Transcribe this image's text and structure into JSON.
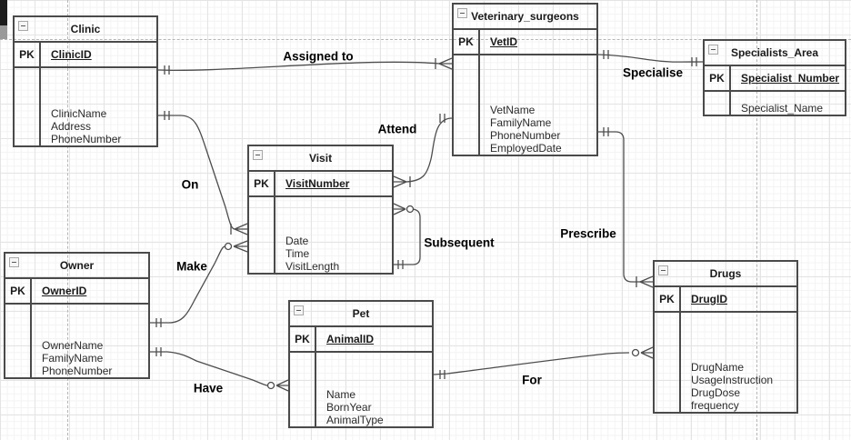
{
  "diagram": {
    "title_hint": "Veterinary clinic ER diagram",
    "colors": {
      "line": "#4d4d4d",
      "entity_border": "#4a4a4a",
      "grid_minor": "#f3f3f3",
      "grid_major": "#e4e4e4",
      "guide": "#b5b5b5"
    },
    "entities": [
      {
        "title": "Clinic",
        "pk_label": "PK",
        "pk_field": "ClinicID",
        "fields": [
          "ClinicName",
          "Address",
          "PhoneNumber"
        ]
      },
      {
        "title": "Veterinary_surgeons",
        "pk_label": "PK",
        "pk_field": "VetID",
        "fields": [
          "VetName",
          "FamilyName",
          "PhoneNumber",
          "EmployedDate"
        ]
      },
      {
        "title": "Specialists_Area",
        "pk_label": "PK",
        "pk_field": "Specialist_Number",
        "fields": [
          "Specialist_Name"
        ]
      },
      {
        "title": "Visit",
        "pk_label": "PK",
        "pk_field": "VisitNumber",
        "fields": [
          "Date",
          "Time",
          "VisitLength"
        ]
      },
      {
        "title": "Owner",
        "pk_label": "PK",
        "pk_field": "OwnerID",
        "fields": [
          "OwnerName",
          "FamilyName",
          "PhoneNumber"
        ]
      },
      {
        "title": "Pet",
        "pk_label": "PK",
        "pk_field": "AnimalID",
        "fields": [
          "Name",
          "BornYear",
          "AnimalType"
        ]
      },
      {
        "title": "Drugs",
        "pk_label": "PK",
        "pk_field": "DrugID",
        "fields": [
          "DrugName",
          "UsageInstruction",
          "DrugDose",
          "frequency"
        ]
      }
    ],
    "relationships": [
      {
        "label": "Assigned to",
        "from": "Clinic",
        "to": "Veterinary_surgeons"
      },
      {
        "label": "On",
        "from": "Clinic",
        "to": "Visit"
      },
      {
        "label": "Make",
        "from": "Owner",
        "to": "Visit"
      },
      {
        "label": "Attend",
        "from": "Visit",
        "to": "Veterinary_surgeons"
      },
      {
        "label": "Subsequent",
        "from": "Visit",
        "to": "Visit"
      },
      {
        "label": "Specialise",
        "from": "Veterinary_surgeons",
        "to": "Specialists_Area"
      },
      {
        "label": "Prescribe",
        "from": "Veterinary_surgeons",
        "to": "Drugs"
      },
      {
        "label": "Have",
        "from": "Owner",
        "to": "Pet"
      },
      {
        "label": "For",
        "from": "Pet",
        "to": "Drugs"
      }
    ]
  }
}
